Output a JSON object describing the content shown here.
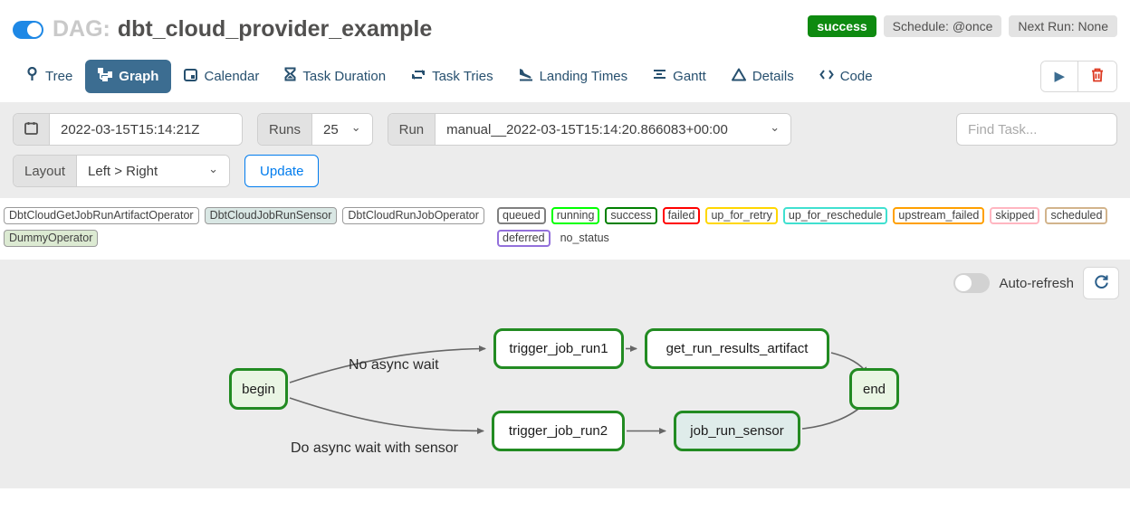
{
  "header": {
    "dag_prefix": "DAG:",
    "dag_title": "dbt_cloud_provider_example",
    "status_badge": "success",
    "schedule_badge": "Schedule: @once",
    "next_run_badge": "Next Run: None"
  },
  "tabs": [
    {
      "label": "Tree",
      "icon": "tree-icon",
      "active": false
    },
    {
      "label": "Graph",
      "icon": "graph-icon",
      "active": true
    },
    {
      "label": "Calendar",
      "icon": "calendar-icon",
      "active": false
    },
    {
      "label": "Task Duration",
      "icon": "hourglass-icon",
      "active": false
    },
    {
      "label": "Task Tries",
      "icon": "repeat-icon",
      "active": false
    },
    {
      "label": "Landing Times",
      "icon": "plane-landing-icon",
      "active": false
    },
    {
      "label": "Gantt",
      "icon": "gantt-icon",
      "active": false
    },
    {
      "label": "Details",
      "icon": "triangle-icon",
      "active": false
    },
    {
      "label": "Code",
      "icon": "code-icon",
      "active": false
    }
  ],
  "filters": {
    "date_value": "2022-03-15T15:14:21Z",
    "runs_label": "Runs",
    "runs_value": "25",
    "run_label": "Run",
    "run_value": "manual__2022-03-15T15:14:20.866083+00:00",
    "find_task_placeholder": "Find Task...",
    "layout_label": "Layout",
    "layout_value": "Left > Right",
    "update_label": "Update"
  },
  "legend": {
    "operators": [
      {
        "label": "DbtCloudGetJobRunArtifactOperator",
        "bg": "#ffffff"
      },
      {
        "label": "DbtCloudJobRunSensor",
        "bg": "#d9e7e4"
      },
      {
        "label": "DbtCloudRunJobOperator",
        "bg": "#ffffff"
      },
      {
        "label": "DummyOperator",
        "bg": "#dcead2"
      }
    ],
    "statuses": [
      {
        "label": "queued",
        "border": "#808080"
      },
      {
        "label": "running",
        "border": "#00ff00"
      },
      {
        "label": "success",
        "border": "#008000"
      },
      {
        "label": "failed",
        "border": "#ff0000"
      },
      {
        "label": "up_for_retry",
        "border": "#ffd700"
      },
      {
        "label": "up_for_reschedule",
        "border": "#40e0d0"
      },
      {
        "label": "upstream_failed",
        "border": "#ffa000"
      },
      {
        "label": "skipped",
        "border": "#ffb6c1"
      },
      {
        "label": "scheduled",
        "border": "#d2b48c"
      },
      {
        "label": "deferred",
        "border": "#9370db"
      },
      {
        "label": "no_status",
        "border": "none"
      }
    ]
  },
  "graph": {
    "auto_refresh_label": "Auto-refresh",
    "nodes": [
      {
        "id": "begin",
        "label": "begin",
        "fill": "#e9f5e3",
        "border": "#228b22"
      },
      {
        "id": "trigger_job_run1",
        "label": "trigger_job_run1",
        "fill": "#ffffff",
        "border": "#228b22"
      },
      {
        "id": "get_run_results_artifact",
        "label": "get_run_results_artifact",
        "fill": "#ffffff",
        "border": "#228b22"
      },
      {
        "id": "trigger_job_run2",
        "label": "trigger_job_run2",
        "fill": "#ffffff",
        "border": "#228b22"
      },
      {
        "id": "job_run_sensor",
        "label": "job_run_sensor",
        "fill": "#dfecea",
        "border": "#228b22"
      },
      {
        "id": "end",
        "label": "end",
        "fill": "#e9f5e3",
        "border": "#228b22"
      }
    ],
    "edges": [
      {
        "from": "begin",
        "to": "trigger_job_run1",
        "label": "No async wait"
      },
      {
        "from": "begin",
        "to": "trigger_job_run2",
        "label": "Do async wait with sensor"
      },
      {
        "from": "trigger_job_run1",
        "to": "get_run_results_artifact",
        "label": ""
      },
      {
        "from": "trigger_job_run2",
        "to": "job_run_sensor",
        "label": ""
      },
      {
        "from": "get_run_results_artifact",
        "to": "end",
        "label": ""
      },
      {
        "from": "job_run_sensor",
        "to": "end",
        "label": ""
      }
    ],
    "edge_labels": {
      "top": "No async wait",
      "bottom": "Do async wait with sensor"
    }
  },
  "colors": {
    "toggle_on": "#1e88e5",
    "success_badge": "#0e8a10",
    "active_tab": "#3c6d91",
    "accent_blue": "#017cee",
    "delete_red": "#dd3a22",
    "node_border_green": "#228b22",
    "panel_gray": "#ececec",
    "edge_gray": "#666666"
  }
}
